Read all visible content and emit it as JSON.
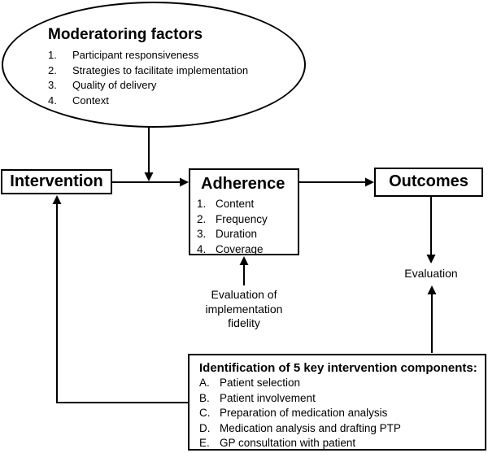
{
  "diagram": {
    "moderating": {
      "title": "Moderatoring factors",
      "items": [
        {
          "num": "1.",
          "label": "Participant responsiveness"
        },
        {
          "num": "2.",
          "label": "Strategies to facilitate implementation"
        },
        {
          "num": "3.",
          "label": "Quality of delivery"
        },
        {
          "num": "4.",
          "label": "Context"
        }
      ]
    },
    "intervention": {
      "label": "Intervention"
    },
    "adherence": {
      "title": "Adherence",
      "items": [
        {
          "num": "1.",
          "label": "Content"
        },
        {
          "num": "2.",
          "label": "Frequency"
        },
        {
          "num": "3.",
          "label": "Duration"
        },
        {
          "num": "4.",
          "label": "Coverage"
        }
      ]
    },
    "outcomes": {
      "label": "Outcomes"
    },
    "evaluation_label": "Evaluation",
    "fidelity_note": "Evaluation of implementation fidelity",
    "components": {
      "title": "Identification of 5 key intervention components:",
      "items": [
        {
          "num": "A.",
          "label": "Patient selection"
        },
        {
          "num": "B.",
          "label": "Patient involvement"
        },
        {
          "num": "C.",
          "label": "Preparation of medication analysis"
        },
        {
          "num": "D.",
          "label": "Medication analysis and drafting PTP"
        },
        {
          "num": "E.",
          "label": "GP consultation with patient"
        }
      ]
    },
    "colors": {
      "line": "#000000",
      "background": "#ffffff",
      "text": "#000000"
    }
  }
}
